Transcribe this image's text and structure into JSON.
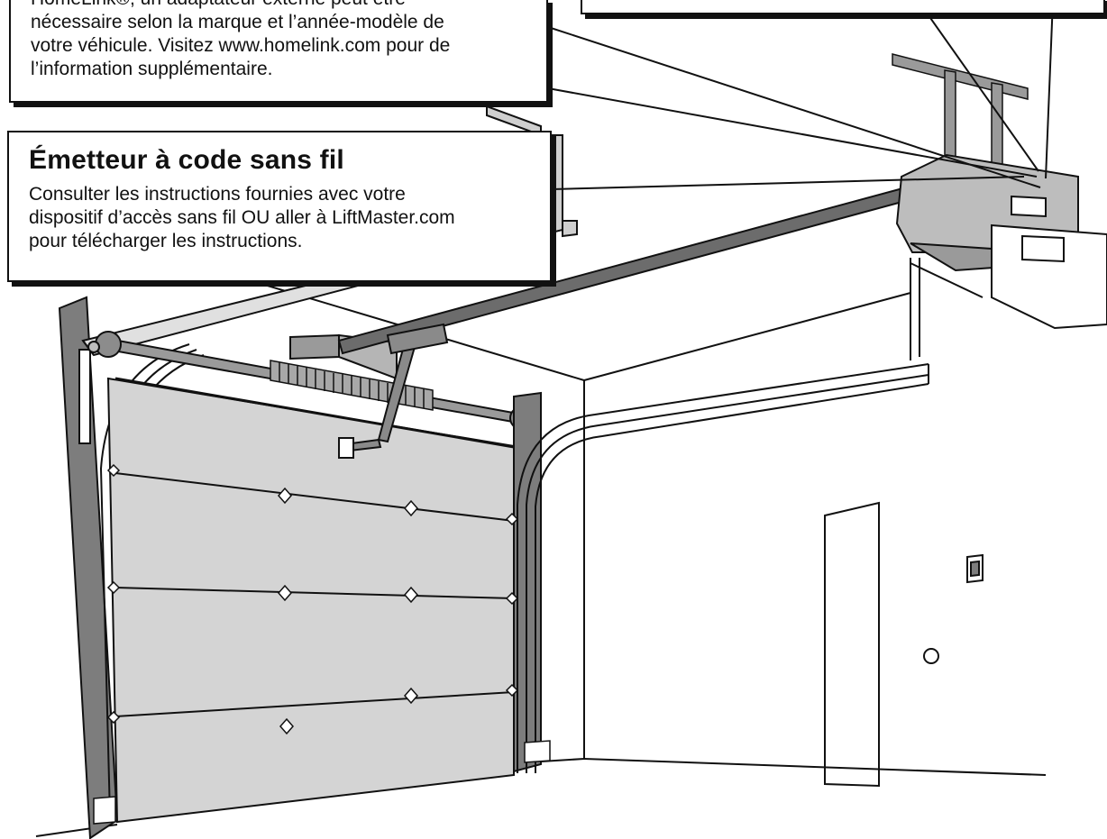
{
  "homelink_callout": {
    "lines": [
      "HomeLink®, un adaptateur externe peut être",
      "nécessaire selon la marque et l’année-modèle de",
      "votre véhicule. Visitez www.homelink.com pour de",
      "l’information supplémentaire."
    ]
  },
  "wireless_callout": {
    "heading": "Émetteur à code sans fil",
    "lines": [
      "Consulter les instructions fournies avec votre",
      "dispositif d’accès sans fil OU aller à LiftMaster.com",
      "pour télécharger les instructions."
    ]
  },
  "colors": {
    "ink": "#111111",
    "door_panel": "#d4d4d4",
    "track_gray": "#8c8c8c",
    "post_gray": "#7d7d7d",
    "opener_gray": "#bdbdbd",
    "background": "#ffffff"
  }
}
